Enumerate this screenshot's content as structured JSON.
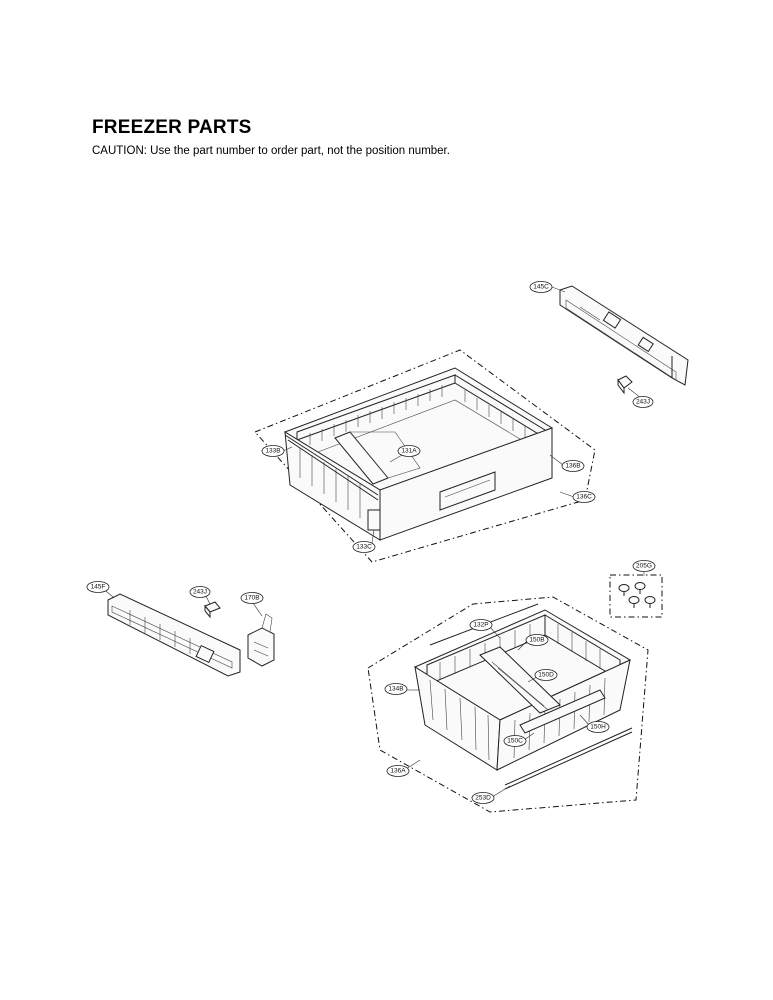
{
  "header": {
    "title": "FREEZER PARTS",
    "caution": "CAUTION: Use the part number to order part, not the position number."
  },
  "callouts": {
    "p145C": "145C",
    "p243J_top": "243J",
    "p133B": "133B",
    "p131A": "131A",
    "p136B": "136B",
    "p136C": "136C",
    "p133C": "133C",
    "p205G": "205G",
    "p145F": "145F",
    "p243J_left": "243J",
    "p170B": "170B",
    "p132P": "132P",
    "p150B": "150B",
    "p150D": "150D",
    "p134B": "134B",
    "p150H": "150H",
    "p150C": "150C",
    "p136A": "136A",
    "p253D": "253D"
  }
}
